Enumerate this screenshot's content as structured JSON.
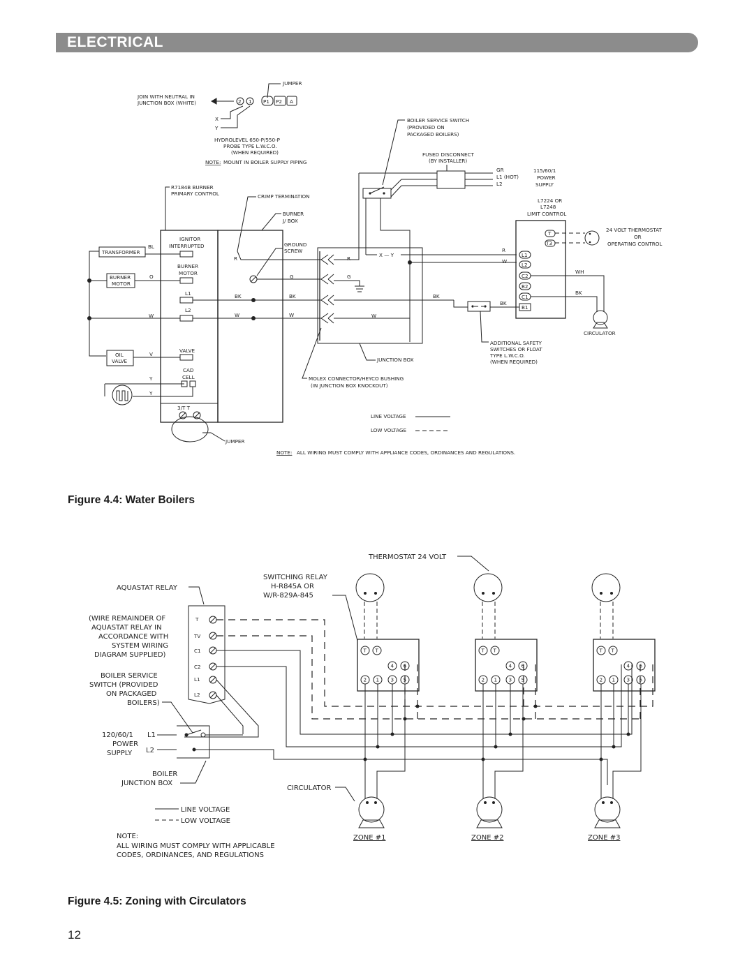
{
  "header": {
    "title": "ELECTRICAL"
  },
  "figure1": {
    "caption": "Figure 4.4: Water Boilers",
    "labels": {
      "jumper_top": "JUMPER",
      "join_neutral_1": "JOIN WITH NEUTRAL IN",
      "join_neutral_2": "JUNCTION BOX (WHITE)",
      "term_2": "2",
      "term_1": "1",
      "term_p1": "P1",
      "term_p2": "P2",
      "term_a": "A",
      "x": "X",
      "y": "Y",
      "hydrolevel_1": "HYDROLEVEL 650-P/550-P",
      "hydrolevel_2": "PROBE TYPE L.W.C.O.",
      "hydrolevel_3": "(WHEN REQUIRED)",
      "note_word": "NOTE:",
      "mount_note": "MOUNT IN BOILER SUPPLY PIPING",
      "boiler_switch_1": "BOILER SERVICE SWITCH",
      "boiler_switch_2": "(PROVIDED ON",
      "boiler_switch_3": "PACKAGED BOILERS)",
      "fused_1": "FUSED DISCONNECT",
      "fused_2": "(BY INSTALLER)",
      "gr": "GR",
      "l1_hot": "L1 (HOT)",
      "l2": "L2",
      "supply_1": "115/60/1",
      "supply_2": "POWER",
      "supply_3": "SUPPLY",
      "r7184b_1": "R7184B BURNER",
      "r7184b_2": "PRIMARY CONTROL",
      "crimp": "CRIMP TERMINATION",
      "burner_jbox_1": "BURNER",
      "burner_jbox_2": "J/ BOX",
      "l7224_1": "L7224 OR",
      "l7224_2": "L7248",
      "l7224_3": "LIMIT CONTROL",
      "t": "T",
      "t3": "T3",
      "thermostat_1": "24 VOLT THERMOSTAT",
      "thermostat_2": "OR",
      "thermostat_3": "OPERATING CONTROL",
      "ignitor_1": "IGNITOR",
      "ignitor_2": "INTERRUPTED",
      "bl": "BL",
      "transformer": "TRANSFORMER",
      "burner_motor_1": "BURNER",
      "burner_motor_2": "MOTOR",
      "burner_box_1": "BURNER",
      "burner_box_2": "MOTOR",
      "o": "O",
      "ground_1": "GROUND",
      "ground_2": "SCREW",
      "r": "R",
      "g": "G",
      "bk": "BK",
      "w": "W",
      "wh": "WH",
      "l1": "L1",
      "l2b": "L2",
      "x_y": "X — Y",
      "lim_l1": "L1",
      "lim_l2": "L2",
      "lim_c2": "C2",
      "lim_b2": "B2",
      "lim_c1": "C1",
      "lim_b1": "B1",
      "circulator": "CIRCULATOR",
      "oil_1": "OIL",
      "oil_2": "VALVE",
      "v": "V",
      "valve": "VALVE",
      "cad_1": "CAD",
      "cad_2": "CELL",
      "y_lbl": "Y",
      "junction_box": "JUNCTION BOX",
      "safety_1": "ADDITIONAL SAFETY",
      "safety_2": "SWITCHES OR FLOAT",
      "safety_3": "TYPE L.W.C.O.",
      "safety_4": "(WHEN REQUIRED)",
      "molex_1": "MOLEX CONNECTOR/HEYCO BUSHING",
      "molex_2": "(IN JUNCTION BOX KNOCKOUT)",
      "tt": "3/T  T",
      "jumper_bottom": "JUMPER",
      "line_voltage": "LINE VOLTAGE",
      "low_voltage": "LOW VOLTAGE",
      "bottom_note": "ALL WIRING MUST COMPLY WITH APPLIANCE CODES, ORDINANCES AND REGULATIONS."
    }
  },
  "figure2": {
    "caption": "Figure 4.5: Zoning with Circulators",
    "labels": {
      "thermostat": "THERMOSTAT 24 VOLT",
      "switching_1": "SWITCHING RELAY",
      "switching_2": "H-R845A OR",
      "switching_3": "W/R-829A-845",
      "aquastat": "AQUASTAT RELAY",
      "wire_rem_1": "(WIRE REMAINDER OF",
      "wire_rem_2": "AQUASTAT RELAY IN",
      "wire_rem_3": "ACCORDANCE WITH",
      "wire_rem_4": "SYSTEM WIRING",
      "wire_rem_5": "DIAGRAM SUPPLIED)",
      "svc_1": "BOILER SERVICE",
      "svc_2": "SWITCH (PROVIDED",
      "svc_3": "ON PACKAGED",
      "svc_4": "BOILERS)",
      "aq_t": "T",
      "aq_tv": "TV",
      "aq_c1": "C1",
      "aq_c2": "C2",
      "aq_l1": "L1",
      "aq_l2": "L2",
      "pwr_1": "120/60/1",
      "pwr_2": "POWER",
      "pwr_3": "SUPPLY",
      "pwr_l1": "L1",
      "pwr_l2": "L2",
      "jbox_1": "BOILER",
      "jbox_2": "JUNCTION BOX",
      "circulator": "CIRCULATOR",
      "line_voltage": "LINE VOLTAGE",
      "low_voltage": "LOW VOLTAGE",
      "note": "NOTE:",
      "note_1": "ALL WIRING MUST COMPLY WITH APPLICABLE",
      "note_2": "CODES, ORDINANCES, AND REGULATIONS",
      "zone1": "ZONE #1",
      "zone2": "ZONE #2",
      "zone3": "ZONE #3",
      "r_t": "T",
      "r_4": "4",
      "r_6": "6",
      "r_2": "2",
      "r_1": "1",
      "r_3": "3",
      "r_5": "5"
    }
  },
  "page_number": "12"
}
